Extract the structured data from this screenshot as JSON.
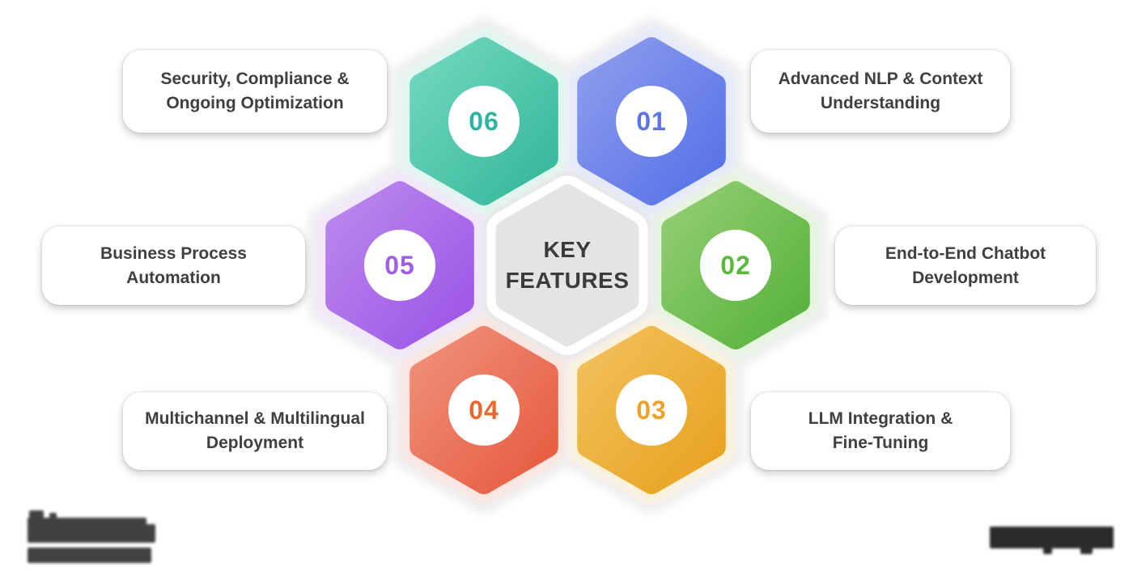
{
  "center": {
    "label": "KEY FEATURES",
    "fill": "#e4e4e6",
    "border_color": "#ffffff",
    "text_color": "#3b3b3b"
  },
  "features": [
    {
      "number": "01",
      "label": "Advanced NLP & Context Understanding",
      "color_light": "#8e9ced",
      "color_dark": "#5571e8",
      "number_color": "#5b74e6",
      "halo_color": "#e4e8fb"
    },
    {
      "number": "02",
      "label": "End-to-End Chatbot Development",
      "color_light": "#94ce74",
      "color_dark": "#55b23a",
      "number_color": "#5cb93e",
      "halo_color": "#e6f4de"
    },
    {
      "number": "03",
      "label": "LLM Integration & Fine-Tuning",
      "color_light": "#f2c05c",
      "color_dark": "#e8a21f",
      "number_color": "#eda32b",
      "halo_color": "#fdf1d9"
    },
    {
      "number": "04",
      "label": "Multichannel & Multilingual Deployment",
      "color_light": "#f0907a",
      "color_dark": "#e65a3f",
      "number_color": "#e9682e",
      "halo_color": "#fce4de"
    },
    {
      "number": "05",
      "label": "Business Process Automation",
      "color_light": "#bb88ec",
      "color_dark": "#9c55e7",
      "number_color": "#a05ee8",
      "halo_color": "#f1e6fc"
    },
    {
      "number": "06",
      "label": "Security, Compliance & Ongoing Optimization",
      "color_light": "#71d8bf",
      "color_dark": "#35b79a",
      "number_color": "#2cb6a2",
      "halo_color": "#e0f6ef"
    }
  ],
  "cluster_background_color": "#f0f0f2",
  "watermarks": {
    "left_color": "#414141",
    "right_color": "#2b2b2b"
  }
}
